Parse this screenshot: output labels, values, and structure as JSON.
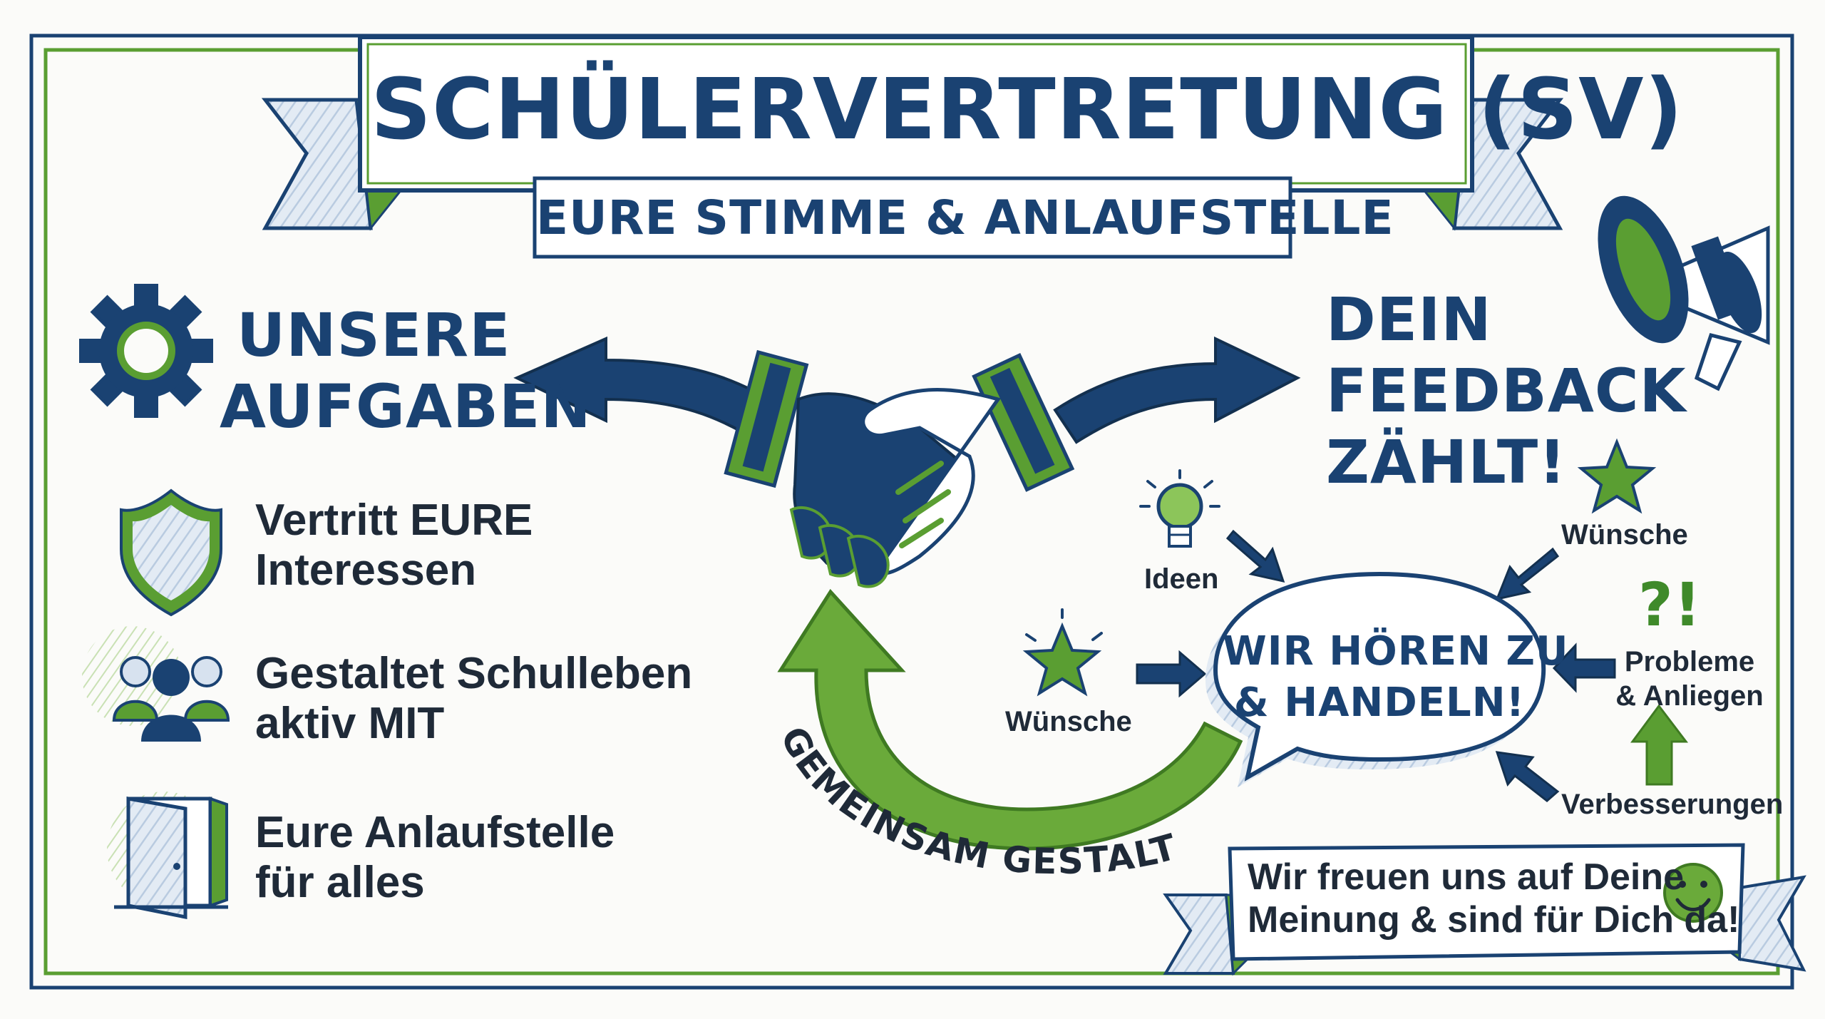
{
  "banner": {
    "title": "SCHÜLERVERTRETUNG (SV)",
    "subtitle": "EURE STIMME & ANLAUFSTELLE"
  },
  "left": {
    "heading_line1": "UNSERE",
    "heading_line2": "AUFGABEN",
    "items": [
      {
        "line1": "Vertritt EURE",
        "line2": "Interessen",
        "icon": "shield-icon"
      },
      {
        "line1": "Gestaltet Schulleben",
        "line2": "aktiv MIT",
        "icon": "group-icon"
      },
      {
        "line1": "Eure Anlaufstelle",
        "line2": "für alles",
        "icon": "door-icon"
      }
    ]
  },
  "right": {
    "heading_line1": "DEIN",
    "heading_line2": "FEEDBACK",
    "heading_line3": "ZÄHLT!",
    "bubble_line1": "WIR HÖREN ZU",
    "bubble_line2": "& HANDELN!",
    "inputs": {
      "ideen": "Ideen",
      "wuensche_top": "Wünsche",
      "wuensche_left": "Wünsche",
      "probleme_line1": "Probleme",
      "probleme_line2": "& Anliegen",
      "verbesserungen": "Verbesserungen",
      "question_marks": "?!"
    }
  },
  "cycle_label": "GEMEINSAM GESTALTEN",
  "footer": {
    "line1": "Wir freuen uns auf Deine",
    "line2": "Meinung & sind für Dich da!"
  },
  "colors": {
    "navy": "#1a4272",
    "green": "#5a9e32",
    "light_blue": "#c9d8ea",
    "ink": "#1f2a38"
  }
}
